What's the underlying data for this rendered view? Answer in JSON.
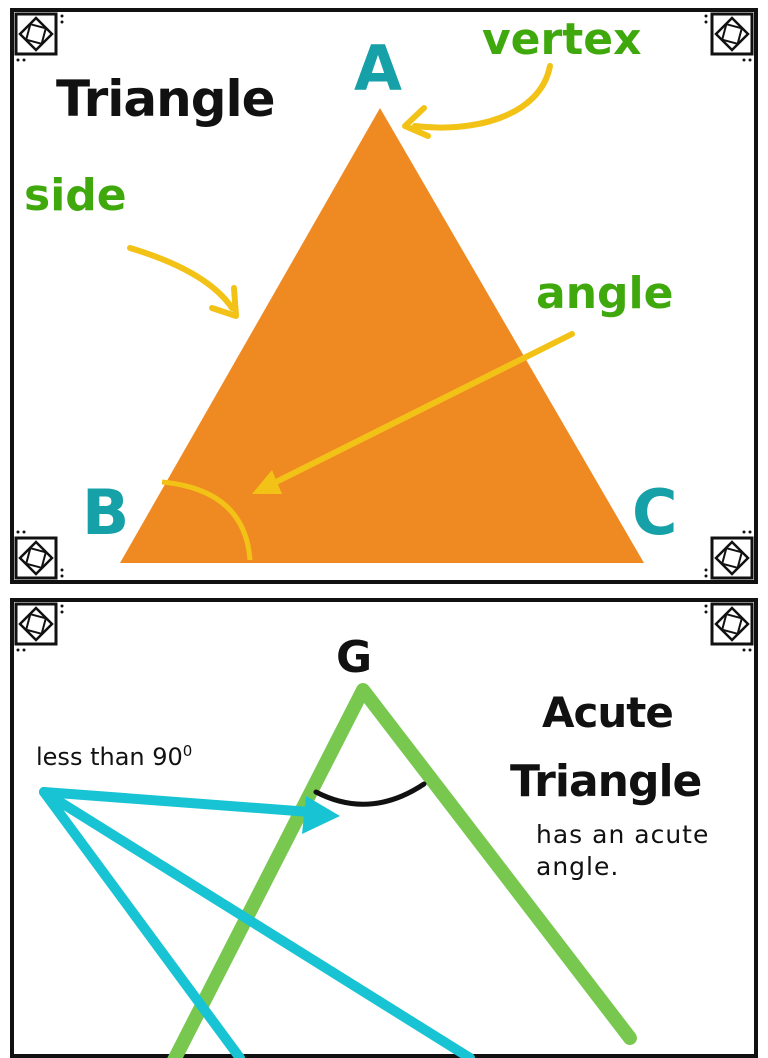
{
  "card_triangle": {
    "title": "Triangle",
    "labels": {
      "vertex": "vertex",
      "side": "side",
      "angle": "angle"
    },
    "vertices": [
      "A",
      "B",
      "C"
    ],
    "colors": {
      "triangle_fill": "#ef8a22",
      "term_green": "#3fa80c",
      "vertex_teal": "#16a0a8",
      "arrow_yellow": "#f2c316"
    }
  },
  "card_acute": {
    "title_line_1": "Acute",
    "title_line_2": "Triangle",
    "description_line_1": "has an acute",
    "description_line_2": "angle.",
    "annotation": "less than 90",
    "annotation_superscript": "0",
    "vertex": "G",
    "colors": {
      "triangle_stroke": "#78c850",
      "arrow_cyan": "#18c4d4",
      "angle_arc": "#111111"
    }
  },
  "decorations": {
    "corner_ornament_icon": "square-in-diamond-icon"
  }
}
